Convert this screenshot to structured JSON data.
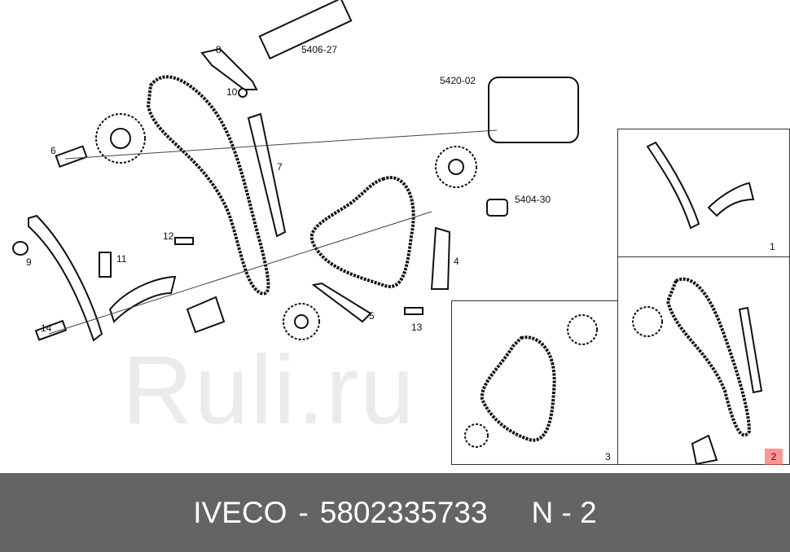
{
  "diagram": {
    "callouts": [
      "8",
      "5406-27",
      "10",
      "5420-02",
      "6",
      "7",
      "5404-30",
      "12",
      "9",
      "11",
      "4",
      "1",
      "14",
      "5",
      "13",
      "3",
      "2"
    ],
    "watermark": "Ruli.ru",
    "highlight_color": "#ff5050"
  },
  "footer": {
    "brand": "IVECO",
    "separator": "-",
    "part_number": "5802335733",
    "position": "N - 2",
    "background": "#646464"
  }
}
